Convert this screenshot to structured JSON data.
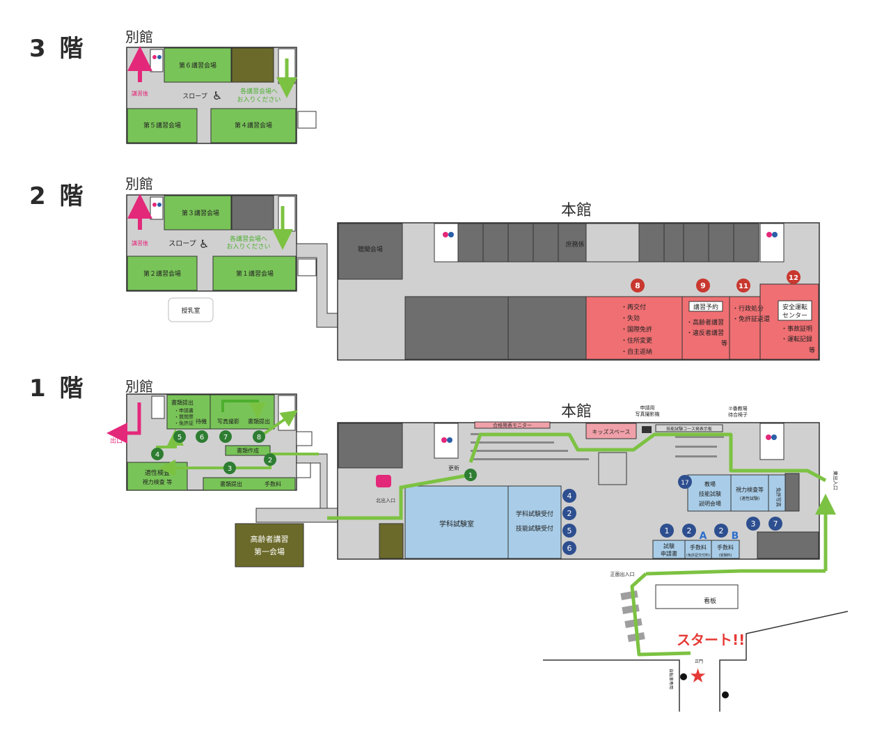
{
  "floors": {
    "f3": {
      "label": "3 階",
      "annex": "別館",
      "rooms": {
        "r6": "第６講習会場",
        "r5": "第５講習会場",
        "r4": "第４講習会場"
      },
      "slope": "スロープ",
      "after": "講習後",
      "guide1": "各講習会場へ",
      "guide2": "お入りください"
    },
    "f2": {
      "label": "2 階",
      "annex": "別館",
      "main": "本館",
      "rooms": {
        "r3": "第３講習会場",
        "r2": "第２講習会場",
        "r1": "第１講習会場",
        "hall": "聴聞会場",
        "clerk": "庶務係",
        "nursing": "授乳室"
      },
      "slope": "スロープ",
      "after": "講習後",
      "guide1": "各講習会場へ",
      "guide2": "お入りください",
      "counters": [
        {
          "num": "8",
          "items": [
            "・再交付",
            "・失効",
            "・国際免許",
            "・住所変更",
            "・自主返納"
          ]
        },
        {
          "num": "9",
          "title": "講習予約",
          "items": [
            "・高齢者講習",
            "・違反者講習",
            "等"
          ]
        },
        {
          "num": "11",
          "items": [
            "・行政処分",
            "・免許証返還"
          ]
        },
        {
          "num": "12",
          "title1": "安全運転",
          "title2": "センター",
          "items": [
            "・事故証明",
            "・運転記録",
            "等"
          ]
        }
      ]
    },
    "f1": {
      "label": "1 階",
      "annex": "別館",
      "main": "本館",
      "annex_rooms": {
        "submit": "書類提出",
        "sub1": "・申請書",
        "sub2": "・質問票",
        "sub3": "・免許証",
        "wait": "待機",
        "photo": "写真撮影",
        "submit2": "書類提出",
        "create": "書類作成",
        "aptitude1": "適性検査",
        "aptitude2": "視力検査 等",
        "submit3": "書類提出",
        "fee": "手数料",
        "exit": "出口"
      },
      "steps": [
        "2",
        "3",
        "4",
        "5",
        "6",
        "7",
        "8"
      ],
      "elderly1": "高齢者講習",
      "elderly2": "第一会場",
      "north_entrance": "北出入口",
      "renew": "更新",
      "renew_num": "1",
      "monitor": "合格発表モニター",
      "kids": "キッズスペース",
      "camera1": "申請用",
      "camera2": "写真撮影機",
      "seat1": "⑦番教場",
      "seat2": "待合椅子",
      "board": "技能試験コース発表示板",
      "exam_room": "学科試験室",
      "exam_recv": "学科試験受付",
      "skill_recv": "技能試験受付",
      "exam_nums": [
        "4",
        "2",
        "5",
        "6"
      ],
      "classroom1": "教場",
      "classroom2": "技能試験",
      "classroom3": "説明会場",
      "vision": "視力検査等",
      "vision_sub": "(適性試験)",
      "license_photo": "免許写真",
      "n17": "17",
      "c1": "1",
      "c2a": "2",
      "c2b": "2",
      "la": "A",
      "lb": "B",
      "c3": "3",
      "c7": "7",
      "app1": "試験",
      "app2": "申請書",
      "feeA": "手数料",
      "feeA_sub": "(免許証交付料)",
      "feeB": "手数料",
      "feeB_sub": "(受験料)",
      "east": "東出入口",
      "front": "正面出入口",
      "signboard": "看板",
      "start": "スタート!!",
      "gate": "正門",
      "road": "自転車専用"
    }
  },
  "colors": {
    "room_green": "#79c458",
    "path_green": "#7cc242",
    "dark_olive": "#6b6a2a",
    "gray_dark": "#6e6e6e",
    "gray_light": "#d0d0d0",
    "red_counter": "#ef6f72",
    "num_red": "#c8382f",
    "blue_room": "#a9cde8",
    "num_blue": "#2e4f8f",
    "pink": "#e3287a",
    "start_red": "#e53935"
  }
}
